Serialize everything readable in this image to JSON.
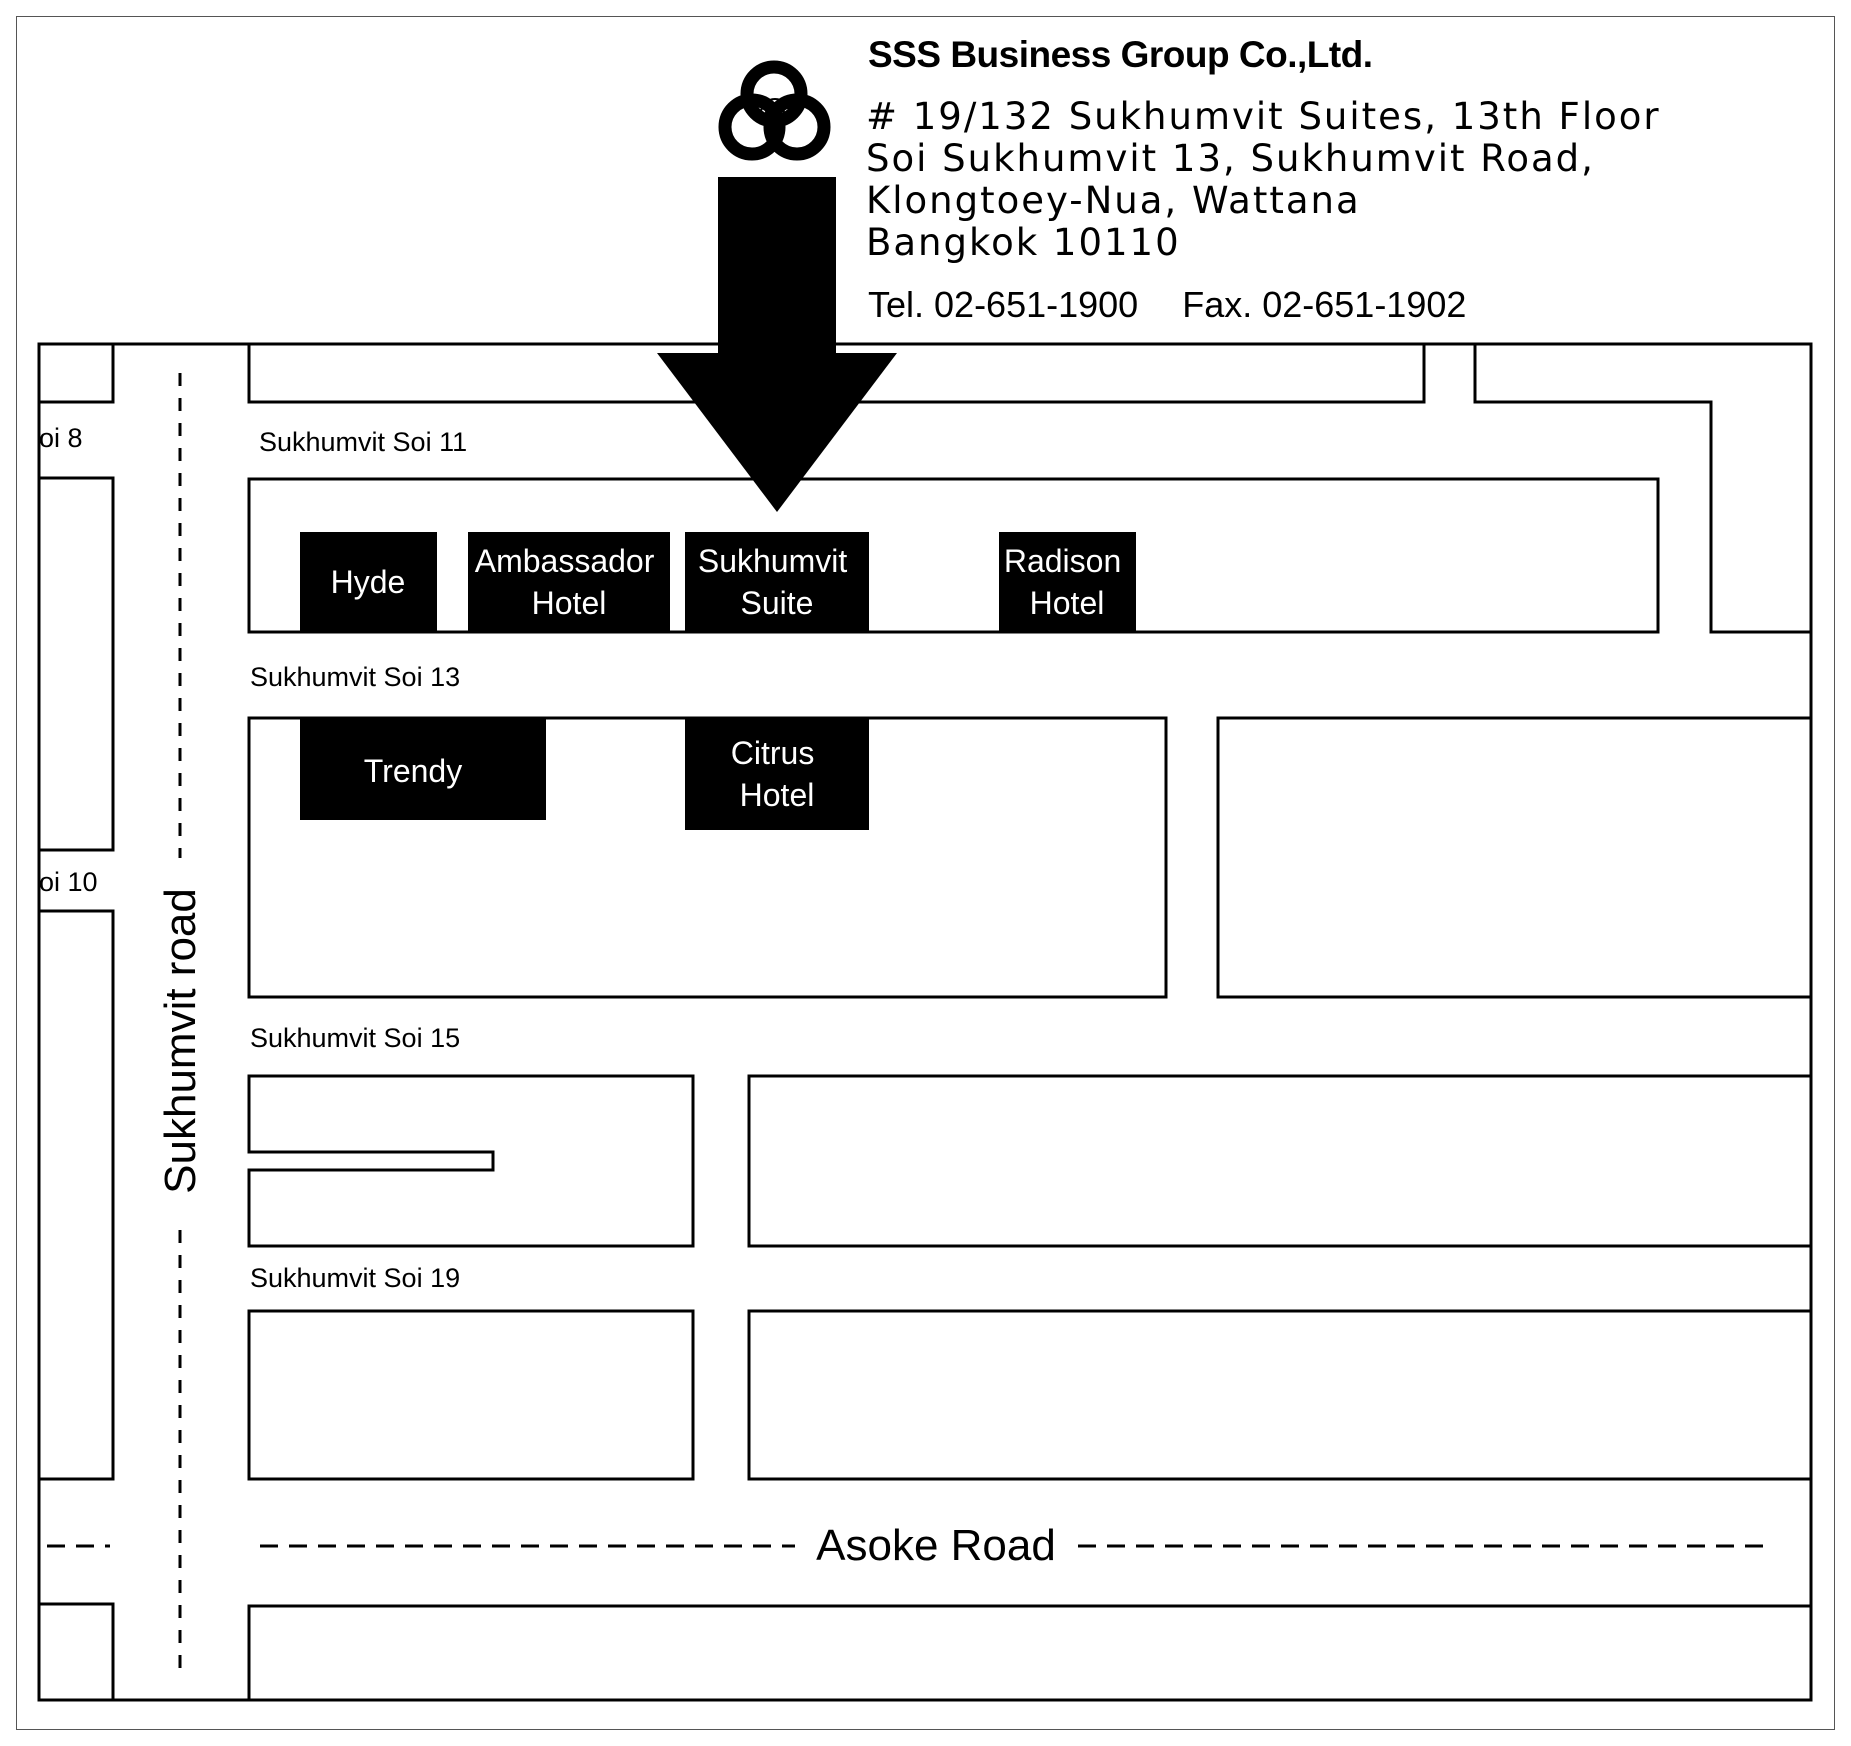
{
  "company": {
    "name": "SSS Business Group Co.,Ltd.",
    "address_lines": [
      "# 19/132 Sukhumvit Suites, 13th Floor",
      "Soi Sukhumvit 13, Sukhumvit Road,",
      "Klongtoey-Nua, Wattana",
      "Bangkok 10110"
    ],
    "tel": "Tel. 02-651-1900",
    "fax": "Fax. 02-651-1902",
    "logo_icon": "triple-ring-logo-icon"
  },
  "map": {
    "streets": {
      "soi_11": "Sukhumvit Soi 11",
      "soi_13": "Sukhumvit Soi 13",
      "soi_15": "Sukhumvit Soi 15",
      "soi_19": "Sukhumvit Soi 19",
      "soi_8": "oi 8",
      "soi_10": "oi 10"
    },
    "roads": {
      "sukhumvit": "Sukhumvit road",
      "asoke": "Asoke Road"
    },
    "buildings": {
      "hyde": [
        "Hyde"
      ],
      "ambassador": [
        "Ambassador",
        "Hotel"
      ],
      "sukhumvit_suite": [
        "Sukhumvit",
        "Suite"
      ],
      "radison": [
        "Radison",
        "Hotel"
      ],
      "trendy": [
        "Trendy"
      ],
      "citrus": [
        "Citrus",
        "Hotel"
      ]
    },
    "marker_icon": "down-arrow-icon",
    "colors": {
      "ink": "#000000",
      "paper": "#ffffff"
    }
  }
}
